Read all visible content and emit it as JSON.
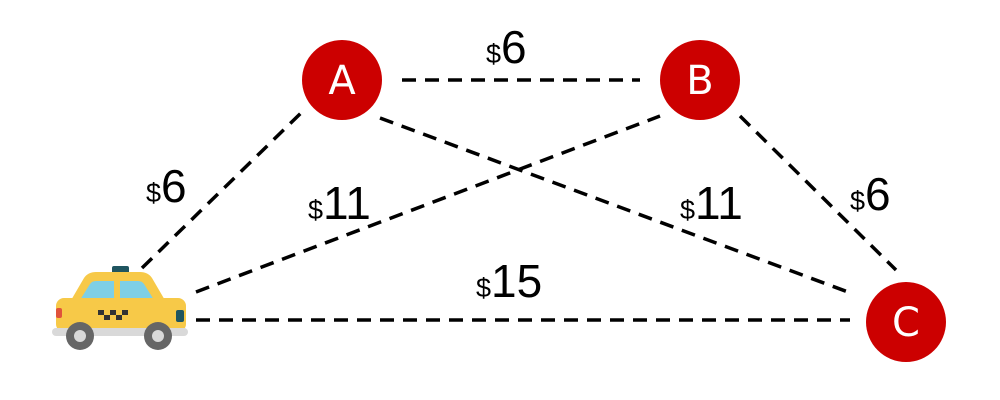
{
  "nodes": [
    {
      "id": "A",
      "label": "A"
    },
    {
      "id": "B",
      "label": "B"
    },
    {
      "id": "C",
      "label": "C"
    }
  ],
  "start": {
    "icon": "taxi-icon"
  },
  "edges": [
    {
      "from": "A",
      "to": "B",
      "currency": "$",
      "cost": "6"
    },
    {
      "from": "taxi",
      "to": "A",
      "currency": "$",
      "cost": "6"
    },
    {
      "from": "taxi",
      "to": "B",
      "currency": "$",
      "cost": "11"
    },
    {
      "from": "A",
      "to": "C",
      "currency": "$",
      "cost": "11"
    },
    {
      "from": "B",
      "to": "C",
      "currency": "$",
      "cost": "6"
    },
    {
      "from": "taxi",
      "to": "C",
      "currency": "$",
      "cost": "15"
    }
  ],
  "colors": {
    "node_fill": "#cc0000",
    "taxi_body": "#f7c948",
    "edge": "#000000"
  }
}
